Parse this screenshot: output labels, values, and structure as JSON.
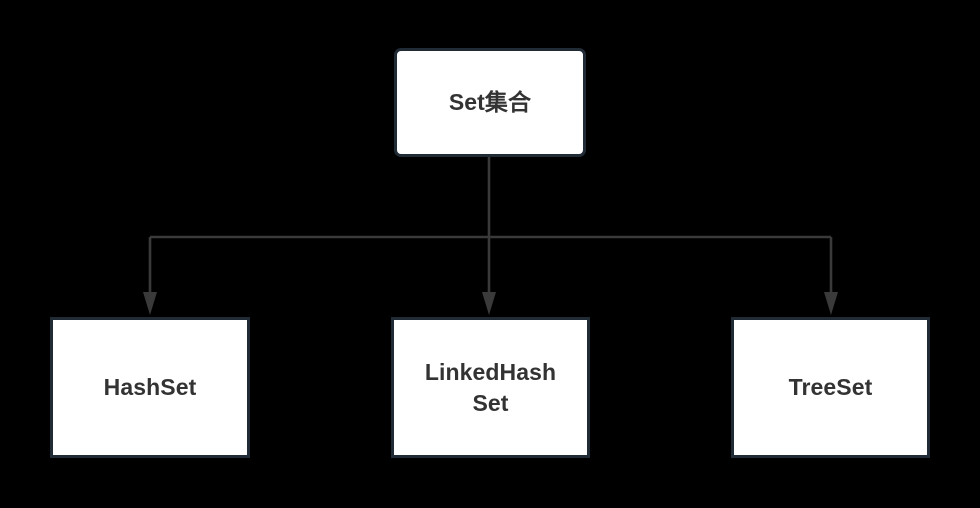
{
  "diagram": {
    "type": "hierarchy-tree",
    "title": "Set集合 hierarchy",
    "background_color": "#000000",
    "node_fill_color": "#ffffff",
    "node_border_color": "#212b36",
    "text_color": "#333333",
    "edge_color": "#3a3a3a",
    "root": {
      "label": "Set集合",
      "shape": "rounded-rectangle"
    },
    "children": [
      {
        "label": "HashSet",
        "shape": "rectangle"
      },
      {
        "label": "LinkedHash\nSet",
        "shape": "rectangle"
      },
      {
        "label": "TreeSet",
        "shape": "rectangle"
      }
    ],
    "edges": [
      {
        "from": "Set集合",
        "to": "HashSet",
        "arrow": "open-triangle"
      },
      {
        "from": "Set集合",
        "to": "LinkedHashSet",
        "arrow": "open-triangle"
      },
      {
        "from": "Set集合",
        "to": "TreeSet",
        "arrow": "open-triangle"
      }
    ]
  }
}
